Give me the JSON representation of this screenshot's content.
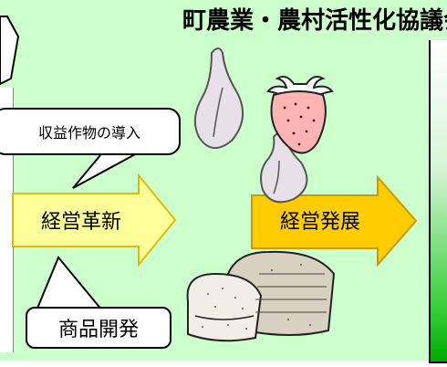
{
  "title": "町農業・農村活性化協議会",
  "callout_top": "収益作物の導入",
  "arrow_left": "経営革新",
  "arrow_right": "経営発展",
  "box_bottom": "商品開発",
  "colors": {
    "background": "#ccffcc",
    "arrow_left_fill": "#ffff99",
    "arrow_right_fill": "#ffcc00",
    "accent_green": "#00aa00"
  },
  "icons": [
    "garlic-icon",
    "strawberry-icon",
    "bread-loaf-icon"
  ]
}
